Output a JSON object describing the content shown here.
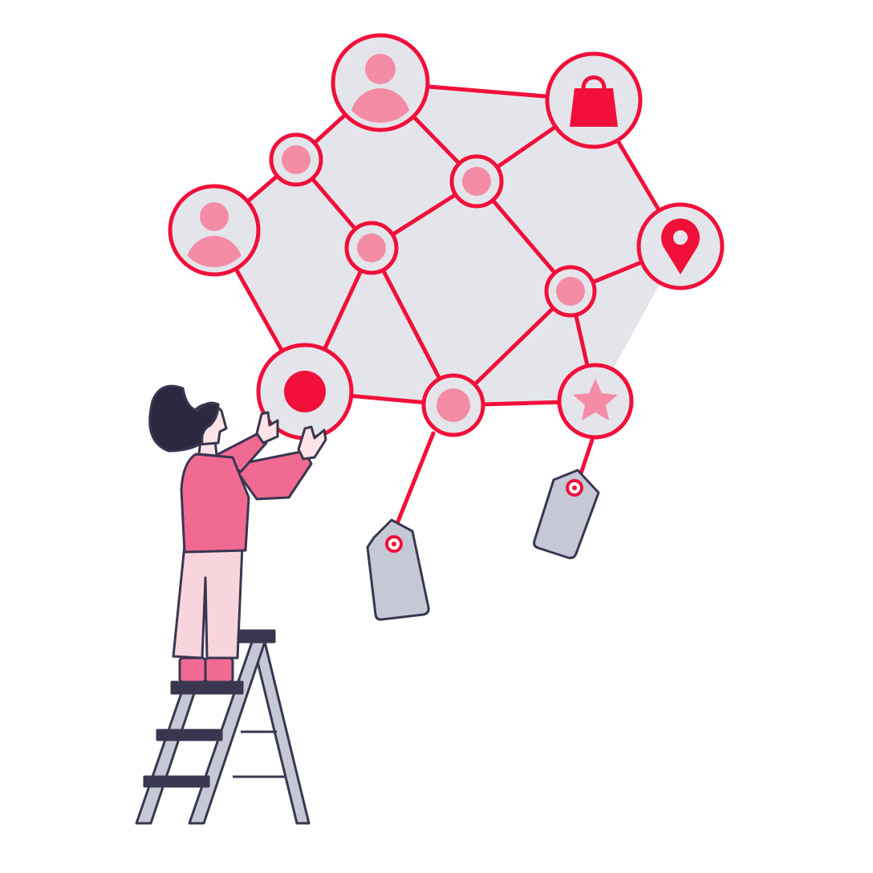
{
  "colors": {
    "accent": "#f0103a",
    "pink_fill": "#f48ca6",
    "shirt": "#f06a92",
    "pants": "#f8d4dd",
    "hair": "#2b2840",
    "skin": "#fde3e6",
    "network_fill": "#e4e5ea",
    "tag_fill": "#c5c9d6",
    "outline": "#3a3650"
  },
  "network": {
    "nodes": [
      {
        "id": "user-top",
        "icon": "user-icon"
      },
      {
        "id": "shopping-bag",
        "icon": "shopping-bag-icon"
      },
      {
        "id": "user-left",
        "icon": "user-icon"
      },
      {
        "id": "location",
        "icon": "location-pin-icon"
      },
      {
        "id": "record",
        "icon": "record-dot-icon"
      },
      {
        "id": "star",
        "icon": "star-icon"
      }
    ],
    "tags": [
      {
        "id": "tag-left",
        "icon": "price-tag-icon"
      },
      {
        "id": "tag-right",
        "icon": "price-tag-icon"
      }
    ]
  },
  "person": {
    "icon": "person-figure",
    "ladder_icon": "step-ladder-icon"
  }
}
